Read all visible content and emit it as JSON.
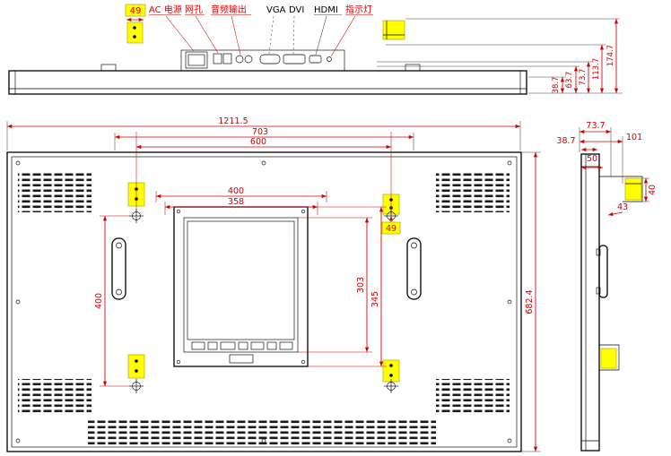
{
  "drawing": {
    "title": "LCD monitor outline dimension drawing",
    "colors": {
      "dimension": "#cc0000",
      "outline": "#000000",
      "highlight": "#ffff00"
    },
    "top_view": {
      "labels": {
        "bracket49": "49",
        "ac": "AC 电源",
        "lan": "网孔",
        "audio": "音频输出",
        "vga": "VGA",
        "dvi": "DVI",
        "hdmi": "HDMI",
        "led": "指示灯"
      },
      "depth_dims": {
        "d174": "174.7",
        "d113": "113.7",
        "d73": "73.7",
        "d63": "63.7",
        "d38": "38.7"
      }
    },
    "front_view": {
      "width_dims": {
        "total": "1211.5",
        "w703": "703",
        "w600": "600",
        "w400": "400",
        "w358": "358"
      },
      "height_dims": {
        "total": "682.4",
        "h400": "400",
        "h345": "345",
        "h303": "303"
      },
      "bracket49": "49"
    },
    "side_view": {
      "dims": {
        "d73": "73.7",
        "d101": "101",
        "d38": "38.7",
        "d50": "50",
        "d40": "40",
        "d43": "43"
      }
    }
  }
}
